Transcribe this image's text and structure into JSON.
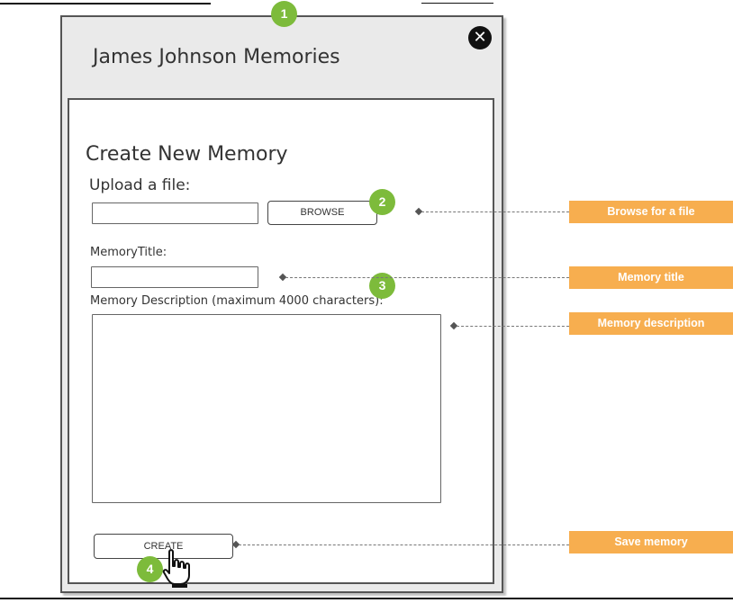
{
  "window": {
    "title": "James Johnson Memories",
    "close_icon": "close-icon"
  },
  "form": {
    "heading": "Create New Memory",
    "upload_label": "Upload a file:",
    "browse_label": "BROWSE",
    "title_label": "MemoryTitle:",
    "description_label": "Memory Description (maximum 4000 characters):",
    "create_label": "CREATE"
  },
  "badges": [
    "1",
    "2",
    "3",
    "4"
  ],
  "callouts": {
    "browse": "Browse for  a file",
    "title": "Memory title",
    "description": "Memory description",
    "save": "Save memory"
  },
  "colors": {
    "badge": "#7dbb3b",
    "callout": "#f7ae4f",
    "window_bg": "#eaeaea"
  }
}
